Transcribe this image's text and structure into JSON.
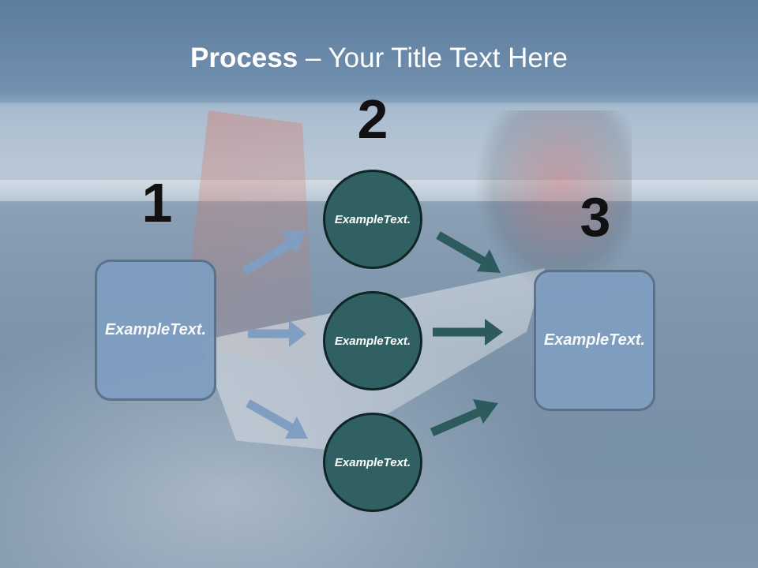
{
  "title": {
    "bold": "Process",
    "rest": " – Your Title Text Here"
  },
  "steps": {
    "one": "1",
    "two": "2",
    "three": "3"
  },
  "nodes": {
    "left": "Example Text.",
    "circle_top": "Example Text.",
    "circle_middle": "Example Text.",
    "circle_bottom": "Example Text.",
    "right": "Example Text."
  },
  "colors": {
    "left_arrows": "#7f9ec1",
    "right_arrows": "#2d5a5c",
    "circle_fill": "#306062",
    "box_fill": "#7f9ec1"
  }
}
